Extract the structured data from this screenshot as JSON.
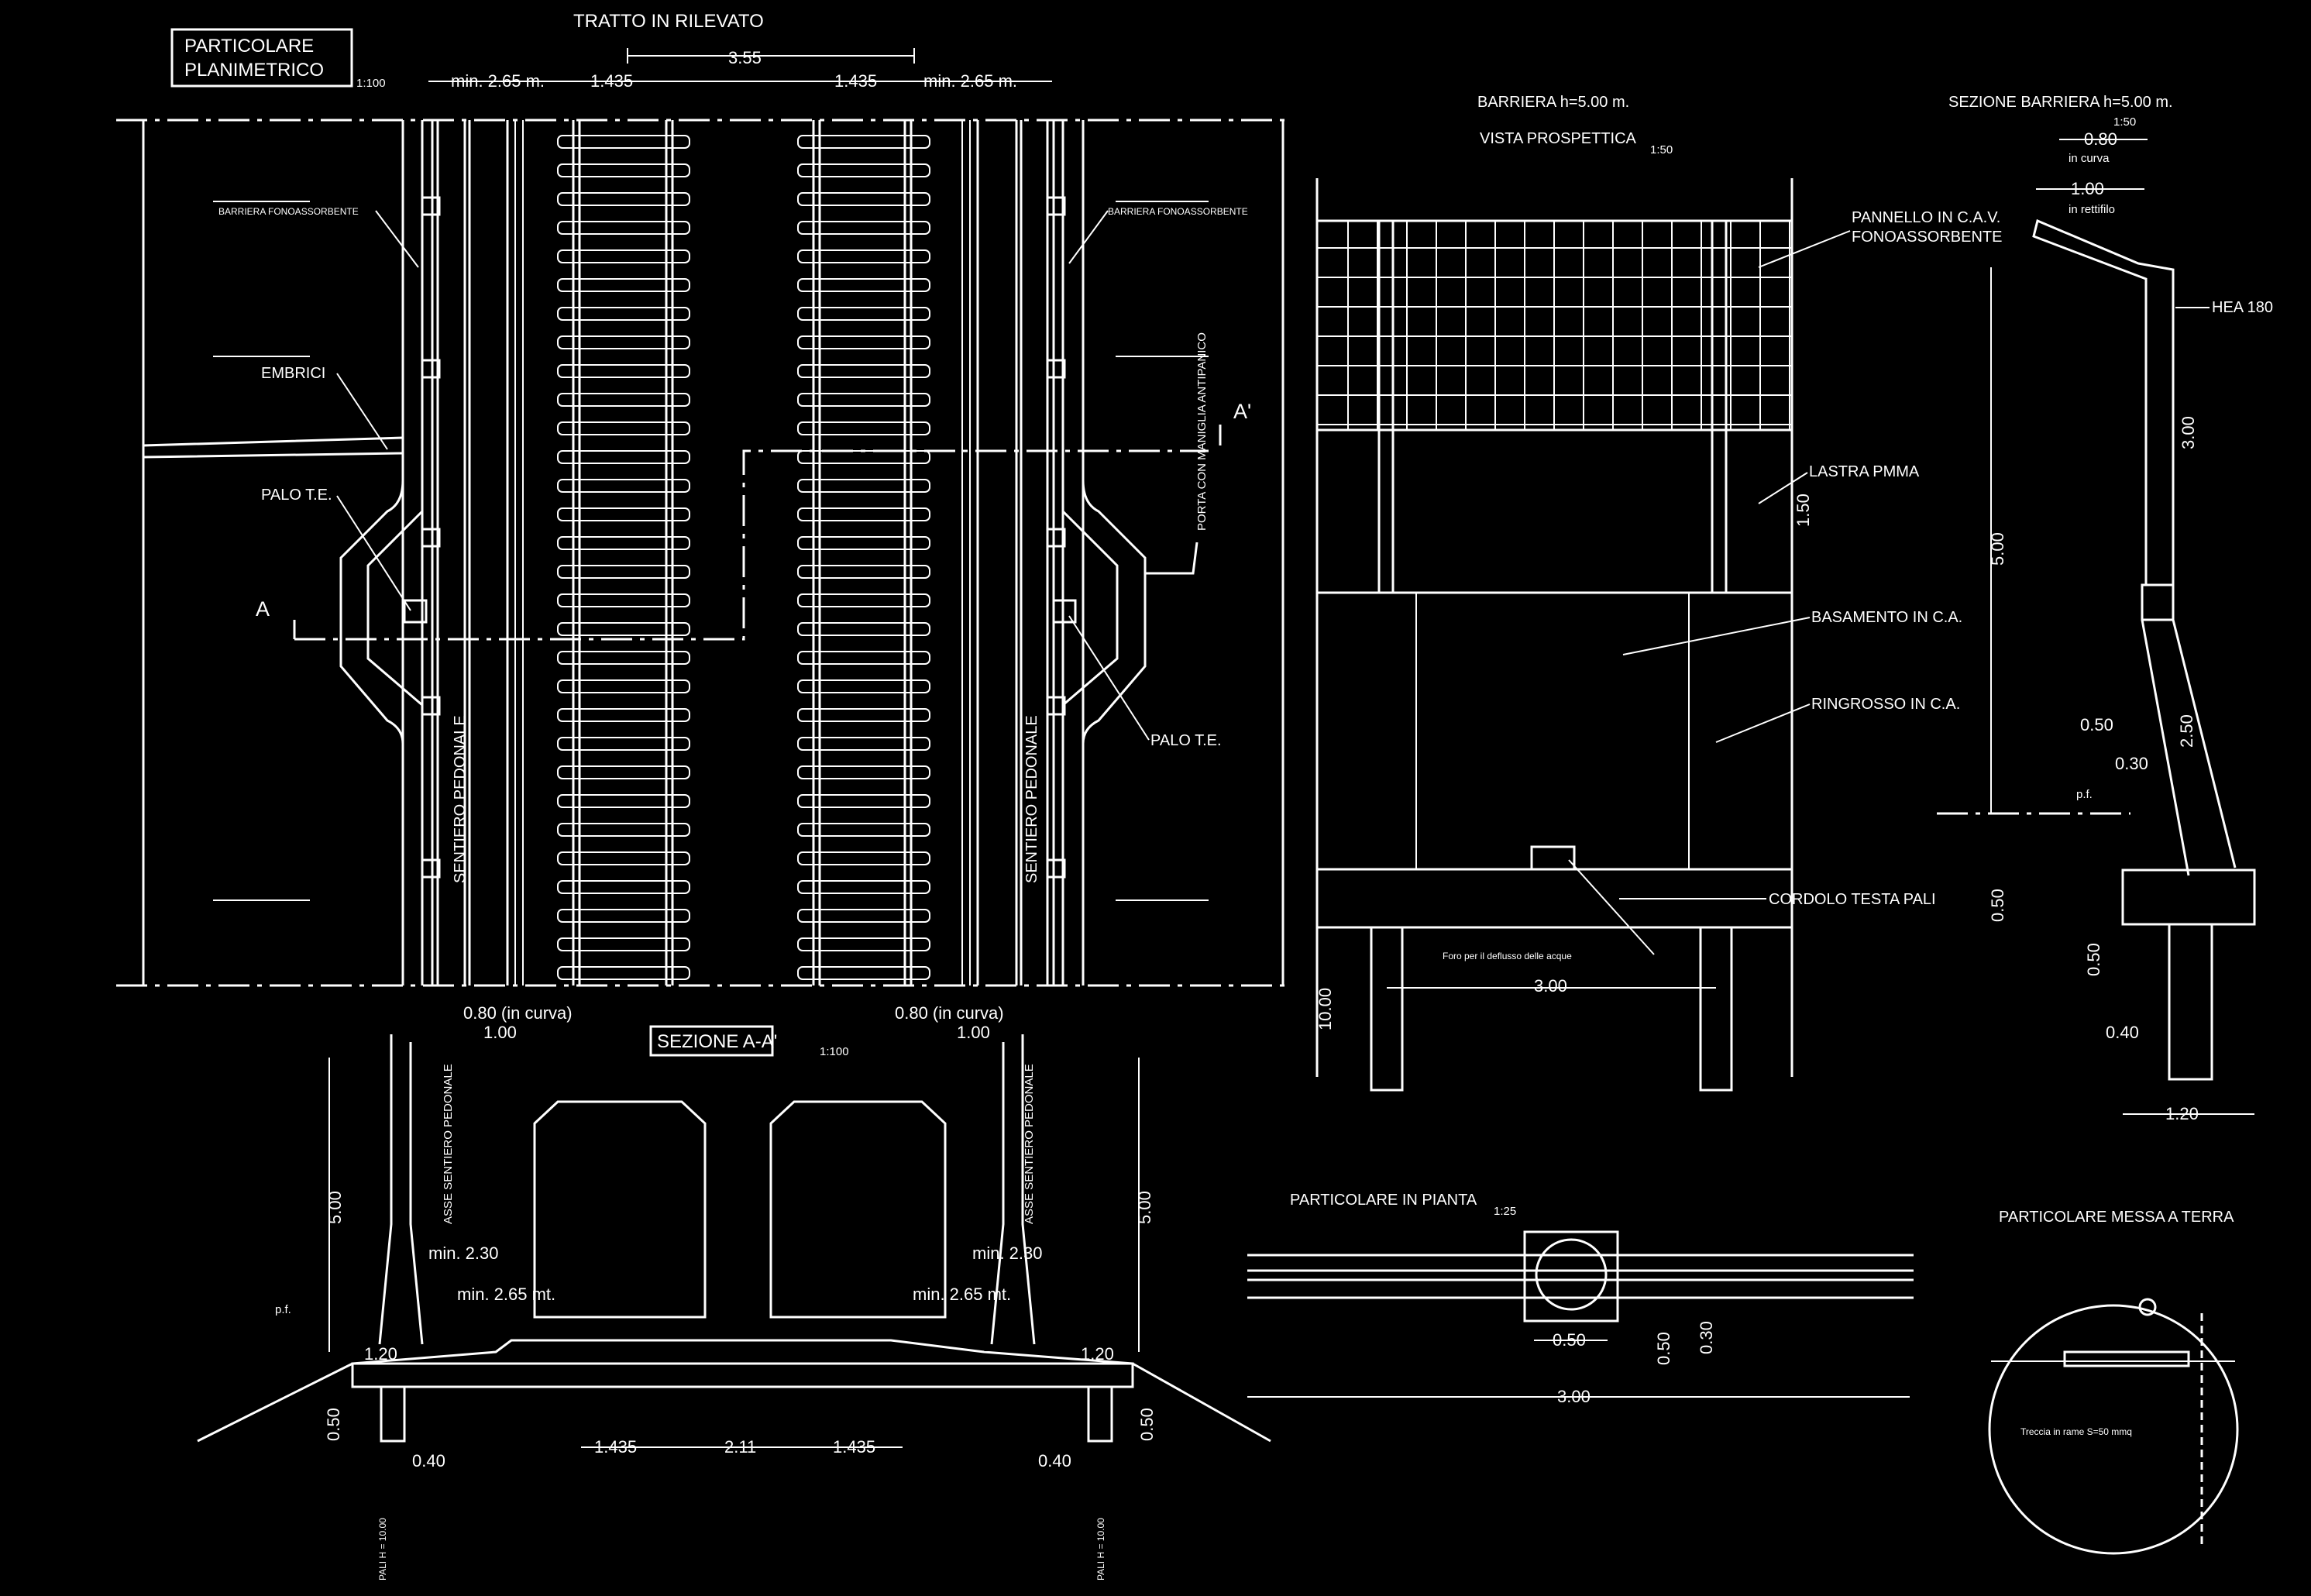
{
  "plan": {
    "header": "TRATTO IN RILEVATO",
    "title_line1": "PARTICOLARE",
    "title_line2": "PLANIMETRICO",
    "scale": "1:100",
    "dim_center": "3.55",
    "dim_gauge": "1.435",
    "dim_min_left": "min. 2.65 m.",
    "dim_min_right": "min. 2.65 m.",
    "barrier_label": "BARRIERA FONOASSORBENTE",
    "tiles_label": "EMBRICI",
    "pole_label": "PALO T.E.",
    "path_label": "SENTIERO PEDONALE",
    "door_label": "PORTA CON MANIGLIA ANTIPANICO",
    "section_a": "A",
    "section_a_prime": "A'"
  },
  "section": {
    "title": "SEZIONE A-A'",
    "scale": "1:100",
    "dim_curve": "0.80 (in curva)",
    "dim_100": "1.00",
    "dim_500": "5.00",
    "axis_path": "ASSE SENTIERO PEDONALE",
    "min_230": "min. 2.30",
    "min_265": "min. 2.65 mt.",
    "pf": "p.f.",
    "dim_120": "1.20",
    "dim_050": "0.50",
    "dim_040": "0.40",
    "dim_1435": "1.435",
    "dim_211": "2.11",
    "pile": "PALI H = 10.00"
  },
  "elevation": {
    "title": "BARRIERA h=5.00 m.",
    "subtitle": "VISTA PROSPETTICA",
    "scale": "1:50",
    "panel_line1": "PANNELLO IN C.A.V.",
    "panel_line2": "FONOASSORBENTE",
    "pmma": "LASTRA PMMA",
    "dim_150": "1.50",
    "base": "BASAMENTO IN C.A.",
    "thickening": "RINGROSSO IN C.A.",
    "curb": "CORDOLO TESTA PALI",
    "hole": "Foro per il deflusso delle acque",
    "dim_300": "3.00",
    "dim_1000": "10.00"
  },
  "barrier_section": {
    "title": "SEZIONE BARRIERA h=5.00 m.",
    "scale": "1:50",
    "dim_080": "0.80",
    "in_curve": "in curva",
    "dim_100": "1.00",
    "in_straight": "in rettifilo",
    "hea": "HEA 180",
    "dim_300": "3.00",
    "dim_500": "5.00",
    "dim_050": "0.50",
    "dim_250": "2.50",
    "dim_030": "0.30",
    "pf": "p.f.",
    "dim_040": "0.40",
    "dim_120": "1.20"
  },
  "plan_detail": {
    "title": "PARTICOLARE IN PIANTA",
    "scale": "1:25",
    "dim_050": "0.50",
    "dim_030": "0.30",
    "dim_300": "3.00"
  },
  "grounding": {
    "title": "PARTICOLARE MESSA A TERRA",
    "braid": "Treccia in rame S=50 mmq"
  }
}
